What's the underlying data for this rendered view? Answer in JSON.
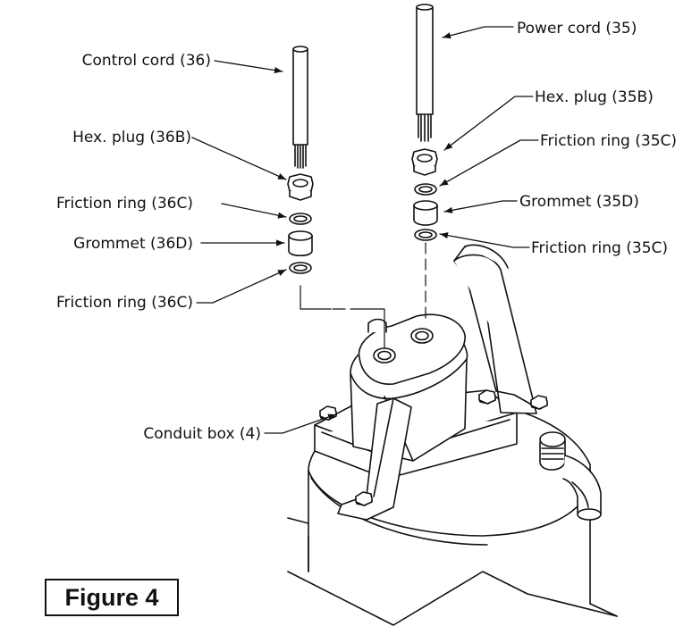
{
  "labels": {
    "power_cord": "Power cord (35)",
    "control_cord": "Control cord (36)",
    "hex_plug_35b": "Hex. plug (35B)",
    "hex_plug_36b": "Hex. plug (36B)",
    "friction_ring_35c_top": "Friction ring (35C)",
    "friction_ring_36c_top": "Friction ring (36C)",
    "grommet_35d": "Grommet (35D)",
    "grommet_36d": "Grommet (36D)",
    "friction_ring_35c_bottom": "Friction ring (35C)",
    "friction_ring_36c_bottom": "Friction ring (36C)",
    "conduit_box": "Conduit box (4)"
  },
  "figure_caption": "Figure 4",
  "colors": {
    "line": "#111111",
    "background": "#ffffff"
  }
}
